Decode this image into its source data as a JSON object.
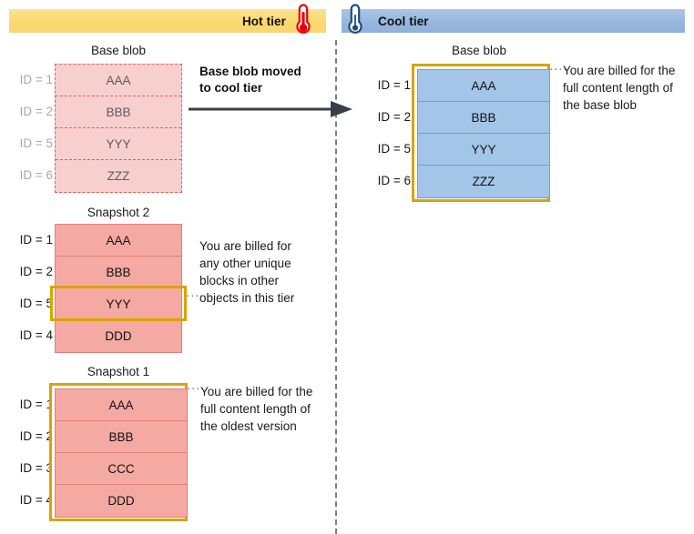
{
  "tiers": {
    "hot": {
      "label": "Hot tier",
      "icon": "thermometer-hot-icon",
      "bar_color": "#fbd96e"
    },
    "cool": {
      "label": "Cool tier",
      "icon": "thermometer-cool-icon",
      "bar_color": "#95b6de"
    }
  },
  "transition": {
    "caption": "Base blob moved to cool tier",
    "caption_line1": "Base blob moved",
    "caption_line2": "to cool tier",
    "arrow": "right-arrow-icon"
  },
  "hot_tier": {
    "base_blob": {
      "title": "Base blob",
      "state": "moved-away",
      "highlight": "none",
      "rows": [
        {
          "id_label": "ID = 1",
          "block": "AAA"
        },
        {
          "id_label": "ID = 2",
          "block": "BBB"
        },
        {
          "id_label": "ID = 5",
          "block": "YYY"
        },
        {
          "id_label": "ID = 6",
          "block": "ZZZ"
        }
      ]
    },
    "snapshot2": {
      "title": "Snapshot 2",
      "highlight": "row-3",
      "rows": [
        {
          "id_label": "ID = 1",
          "block": "AAA"
        },
        {
          "id_label": "ID = 2",
          "block": "BBB"
        },
        {
          "id_label": "ID = 5",
          "block": "YYY"
        },
        {
          "id_label": "ID = 4",
          "block": "DDD"
        }
      ],
      "annotation": "You are billed for any other unique blocks in other objects in this tier",
      "annotation_lines": [
        "You are billed for",
        "any other unique",
        "blocks in other",
        "objects in this tier"
      ]
    },
    "snapshot1": {
      "title": "Snapshot 1",
      "highlight": "whole-block",
      "rows": [
        {
          "id_label": "ID = 1",
          "block": "AAA"
        },
        {
          "id_label": "ID = 2",
          "block": "BBB"
        },
        {
          "id_label": "ID = 3",
          "block": "CCC"
        },
        {
          "id_label": "ID = 4",
          "block": "DDD"
        }
      ],
      "annotation": "You are billed for the full content length of the oldest version",
      "annotation_lines": [
        "You are billed for the",
        "full content length of",
        "the oldest version"
      ]
    }
  },
  "cool_tier": {
    "base_blob": {
      "title": "Base blob",
      "highlight": "whole-block",
      "rows": [
        {
          "id_label": "ID = 1",
          "block": "AAA"
        },
        {
          "id_label": "ID = 2",
          "block": "BBB"
        },
        {
          "id_label": "ID = 5",
          "block": "YYY"
        },
        {
          "id_label": "ID = 6",
          "block": "ZZZ"
        }
      ],
      "annotation": "You are billed for the full content length of the base blob",
      "annotation_lines": [
        "You are billed for the",
        "full content length of",
        "the base blob"
      ]
    }
  },
  "leader_dots": "····",
  "colors": {
    "hot_bar": "#fbd96e",
    "cool_bar": "#95b6de",
    "ghost_block": "#f8cfcf",
    "ghost_border": "#e0605c",
    "pink_block": "#f5a9a3",
    "pink_border": "#e07f79",
    "blue_block": "#a3c6e8",
    "blue_border": "#6f9fd0",
    "gold_highlight": "#d9a400",
    "divider": "#7a7f87",
    "faded_text": "#a8a8a8"
  }
}
